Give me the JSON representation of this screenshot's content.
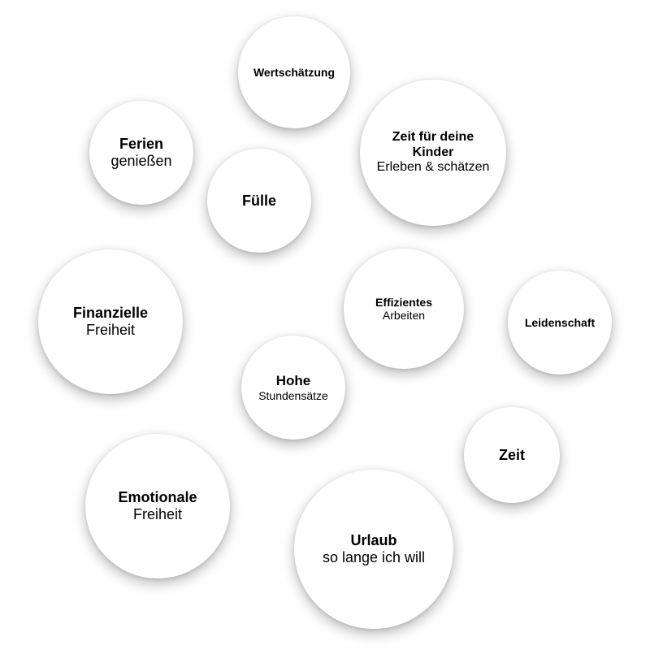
{
  "bubbles": {
    "wertschaetzung": {
      "title": "Wertschätzung"
    },
    "ferien": {
      "title": "Ferien",
      "sub": "genießen"
    },
    "kinder": {
      "title": "Zeit für deine Kinder",
      "sub": "Erleben & schätzen"
    },
    "fuelle": {
      "title": "Fülle"
    },
    "finanzielle": {
      "title": "Finanzielle",
      "sub": "Freiheit"
    },
    "effizientes": {
      "title": "Effizientes",
      "sub": "Arbeiten"
    },
    "leidenschaft": {
      "title": "Leidenschaft"
    },
    "hohe": {
      "title": "Hohe",
      "sub": "Stundensätze"
    },
    "zeit": {
      "title": "Zeit"
    },
    "emotionale": {
      "title": "Emotionale",
      "sub": "Freiheit"
    },
    "urlaub": {
      "title": "Urlaub",
      "sub": "so lange ich will"
    }
  },
  "colors": {
    "background": "#ffffff",
    "bubble": "#ffffff",
    "text": "#000000"
  }
}
